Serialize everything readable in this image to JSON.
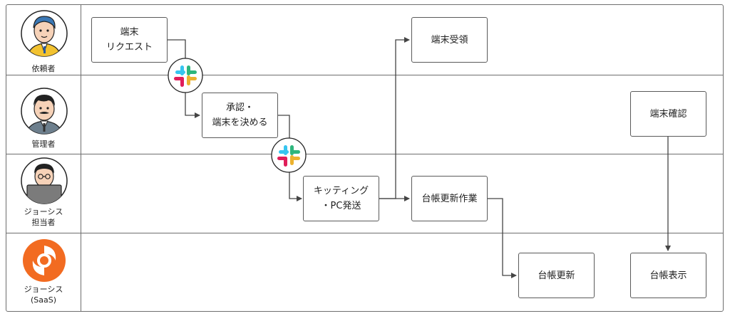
{
  "lanes": [
    {
      "label": "依頼者",
      "avatar_icon": "requester-avatar-icon"
    },
    {
      "label": "管理者",
      "avatar_icon": "manager-avatar-icon"
    },
    {
      "label": "ジョーシス\n担当者",
      "avatar_icon": "josys-staff-avatar-icon"
    },
    {
      "label": "ジョーシス\n(SaaS)",
      "avatar_icon": "josys-logo-icon"
    }
  ],
  "nodes": {
    "request": "端末\nリクエスト",
    "receive": "端末受領",
    "approve": "承認・\n端末を決める",
    "confirm": "端末確認",
    "kitting": "キッティング\n・PC発送",
    "ledger_update_work": "台帳更新作業",
    "ledger_update": "台帳更新",
    "ledger_display": "台帳表示"
  },
  "icons": {
    "slack": "slack-icon",
    "arrow": "arrow-icon"
  },
  "colors": {
    "border": "#5a5a5a",
    "slack_blue": "#36C5F0",
    "slack_green": "#2EB67D",
    "slack_yellow": "#ECB22E",
    "slack_red": "#E01E5A",
    "josys_orange": "#F26B21",
    "avatar_bg": "#ffffff",
    "requester_shirt": "#F2C230"
  }
}
